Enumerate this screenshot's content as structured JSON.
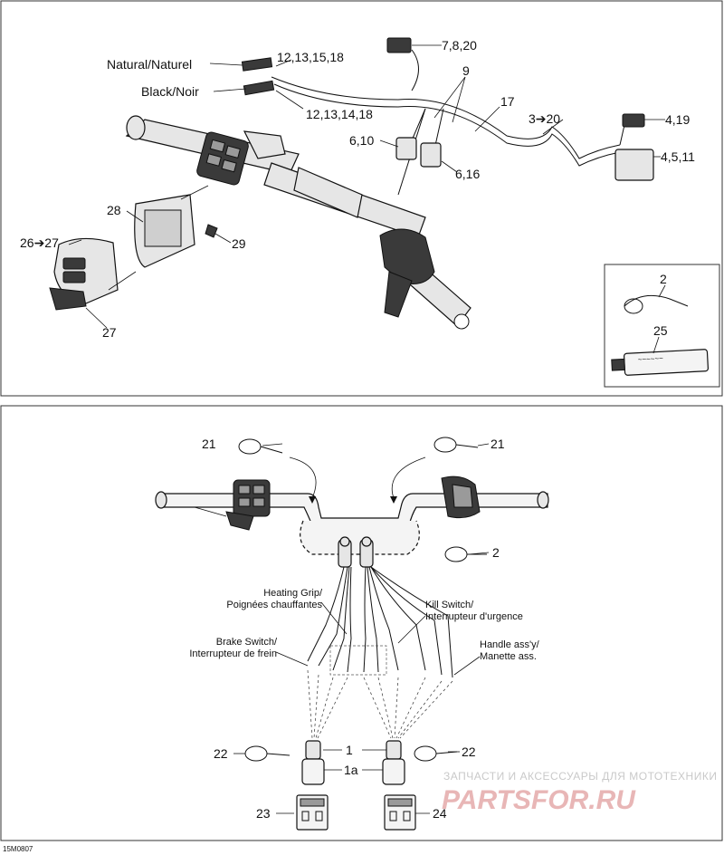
{
  "diagram_code": "15M0807",
  "top_panel": {
    "labels": {
      "natural": "Natural/Naturel",
      "black": "Black/Noir",
      "ref_12_13_15_18": "12,13,15,18",
      "ref_12_13_14_18": "12,13,14,18",
      "ref_7_8_20": "7,8,20",
      "ref_9": "9",
      "ref_17": "17",
      "ref_3_20": "3➔20",
      "ref_4_19": "4,19",
      "ref_4_5_11": "4,5,11",
      "ref_6_10": "6,10",
      "ref_6_16": "6,16",
      "ref_28": "28",
      "ref_26_27": "26➔27",
      "ref_29": "29",
      "ref_27": "27"
    },
    "inset": {
      "ref_2": "2",
      "ref_25": "25"
    }
  },
  "bottom_panel": {
    "labels": {
      "ref_21_left": "21",
      "ref_21_right": "21",
      "ref_2": "2",
      "heating_grip_en": "Heating Grip/",
      "heating_grip_fr": "Poignées chauffantes",
      "kill_switch_en": "Kill Switch/",
      "kill_switch_fr": "Interrupteur d'urgence",
      "brake_switch_en": "Brake Switch/",
      "brake_switch_fr": "Interrupteur de frein",
      "handle_en": "Handle ass'y/",
      "handle_fr": "Manette ass.",
      "ref_22_left": "22",
      "ref_22_right": "22",
      "ref_1": "1",
      "ref_1a": "1a",
      "ref_23": "23",
      "ref_24": "24"
    }
  },
  "watermark": {
    "line1": "ЗАПЧАСТИ И АКСЕССУАРЫ ДЛЯ МОТОТЕХНИКИ",
    "line2": "PARTSFOR.RU"
  }
}
